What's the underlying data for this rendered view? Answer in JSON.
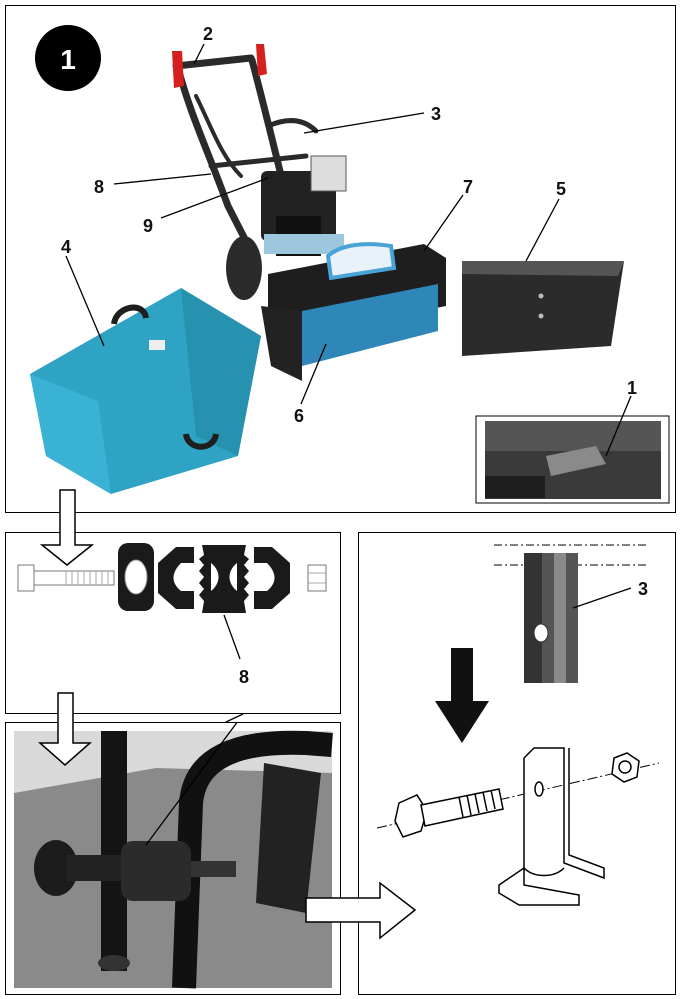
{
  "figure_number": "1",
  "callouts": {
    "c1": "1",
    "c2": "2",
    "c3": "3",
    "c4": "4",
    "c5": "5",
    "c6": "6",
    "c7": "7",
    "c8": "8",
    "c9": "9",
    "parts_8": "8",
    "mount_3": "3"
  },
  "colors": {
    "collector_blue": "#2ea3c4",
    "body_black": "#1e1e1e",
    "brush_blue": "#2f86b8",
    "grey_tan": "#f2c64a",
    "accent_red": "#d62020"
  },
  "icons": [
    "down-arrow-outline",
    "right-arrow-outline",
    "down-arrow-solid"
  ]
}
